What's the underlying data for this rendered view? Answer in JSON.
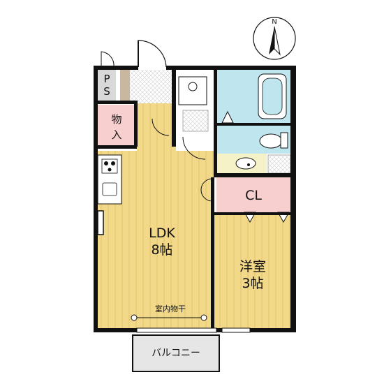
{
  "compass": {
    "north_label": "N"
  },
  "rooms": {
    "ps": {
      "label_top": "P",
      "label_bottom": "S"
    },
    "storage": {
      "label_top": "物",
      "label_bottom": "入"
    },
    "ldk": {
      "label_top": "LDK",
      "label_bottom": "8帖"
    },
    "western": {
      "label_top": "洋室",
      "label_bottom": "3帖"
    },
    "closet": {
      "label": "CL"
    },
    "balcony": {
      "label": "バルコニー"
    },
    "drying": {
      "label": "室内物干"
    }
  },
  "colors": {
    "floor_wood": "#F2D98A",
    "grain": "#E3C46E",
    "closet_pink": "#F8CFCF",
    "storage_pink": "#F8CFCF",
    "bath_blue": "#BFE6EF",
    "vanity_yellow": "#F6F2C8",
    "wall": "#111111",
    "ps_gray": "#D9D9D9",
    "balcony_gray": "#E6E6E6"
  }
}
